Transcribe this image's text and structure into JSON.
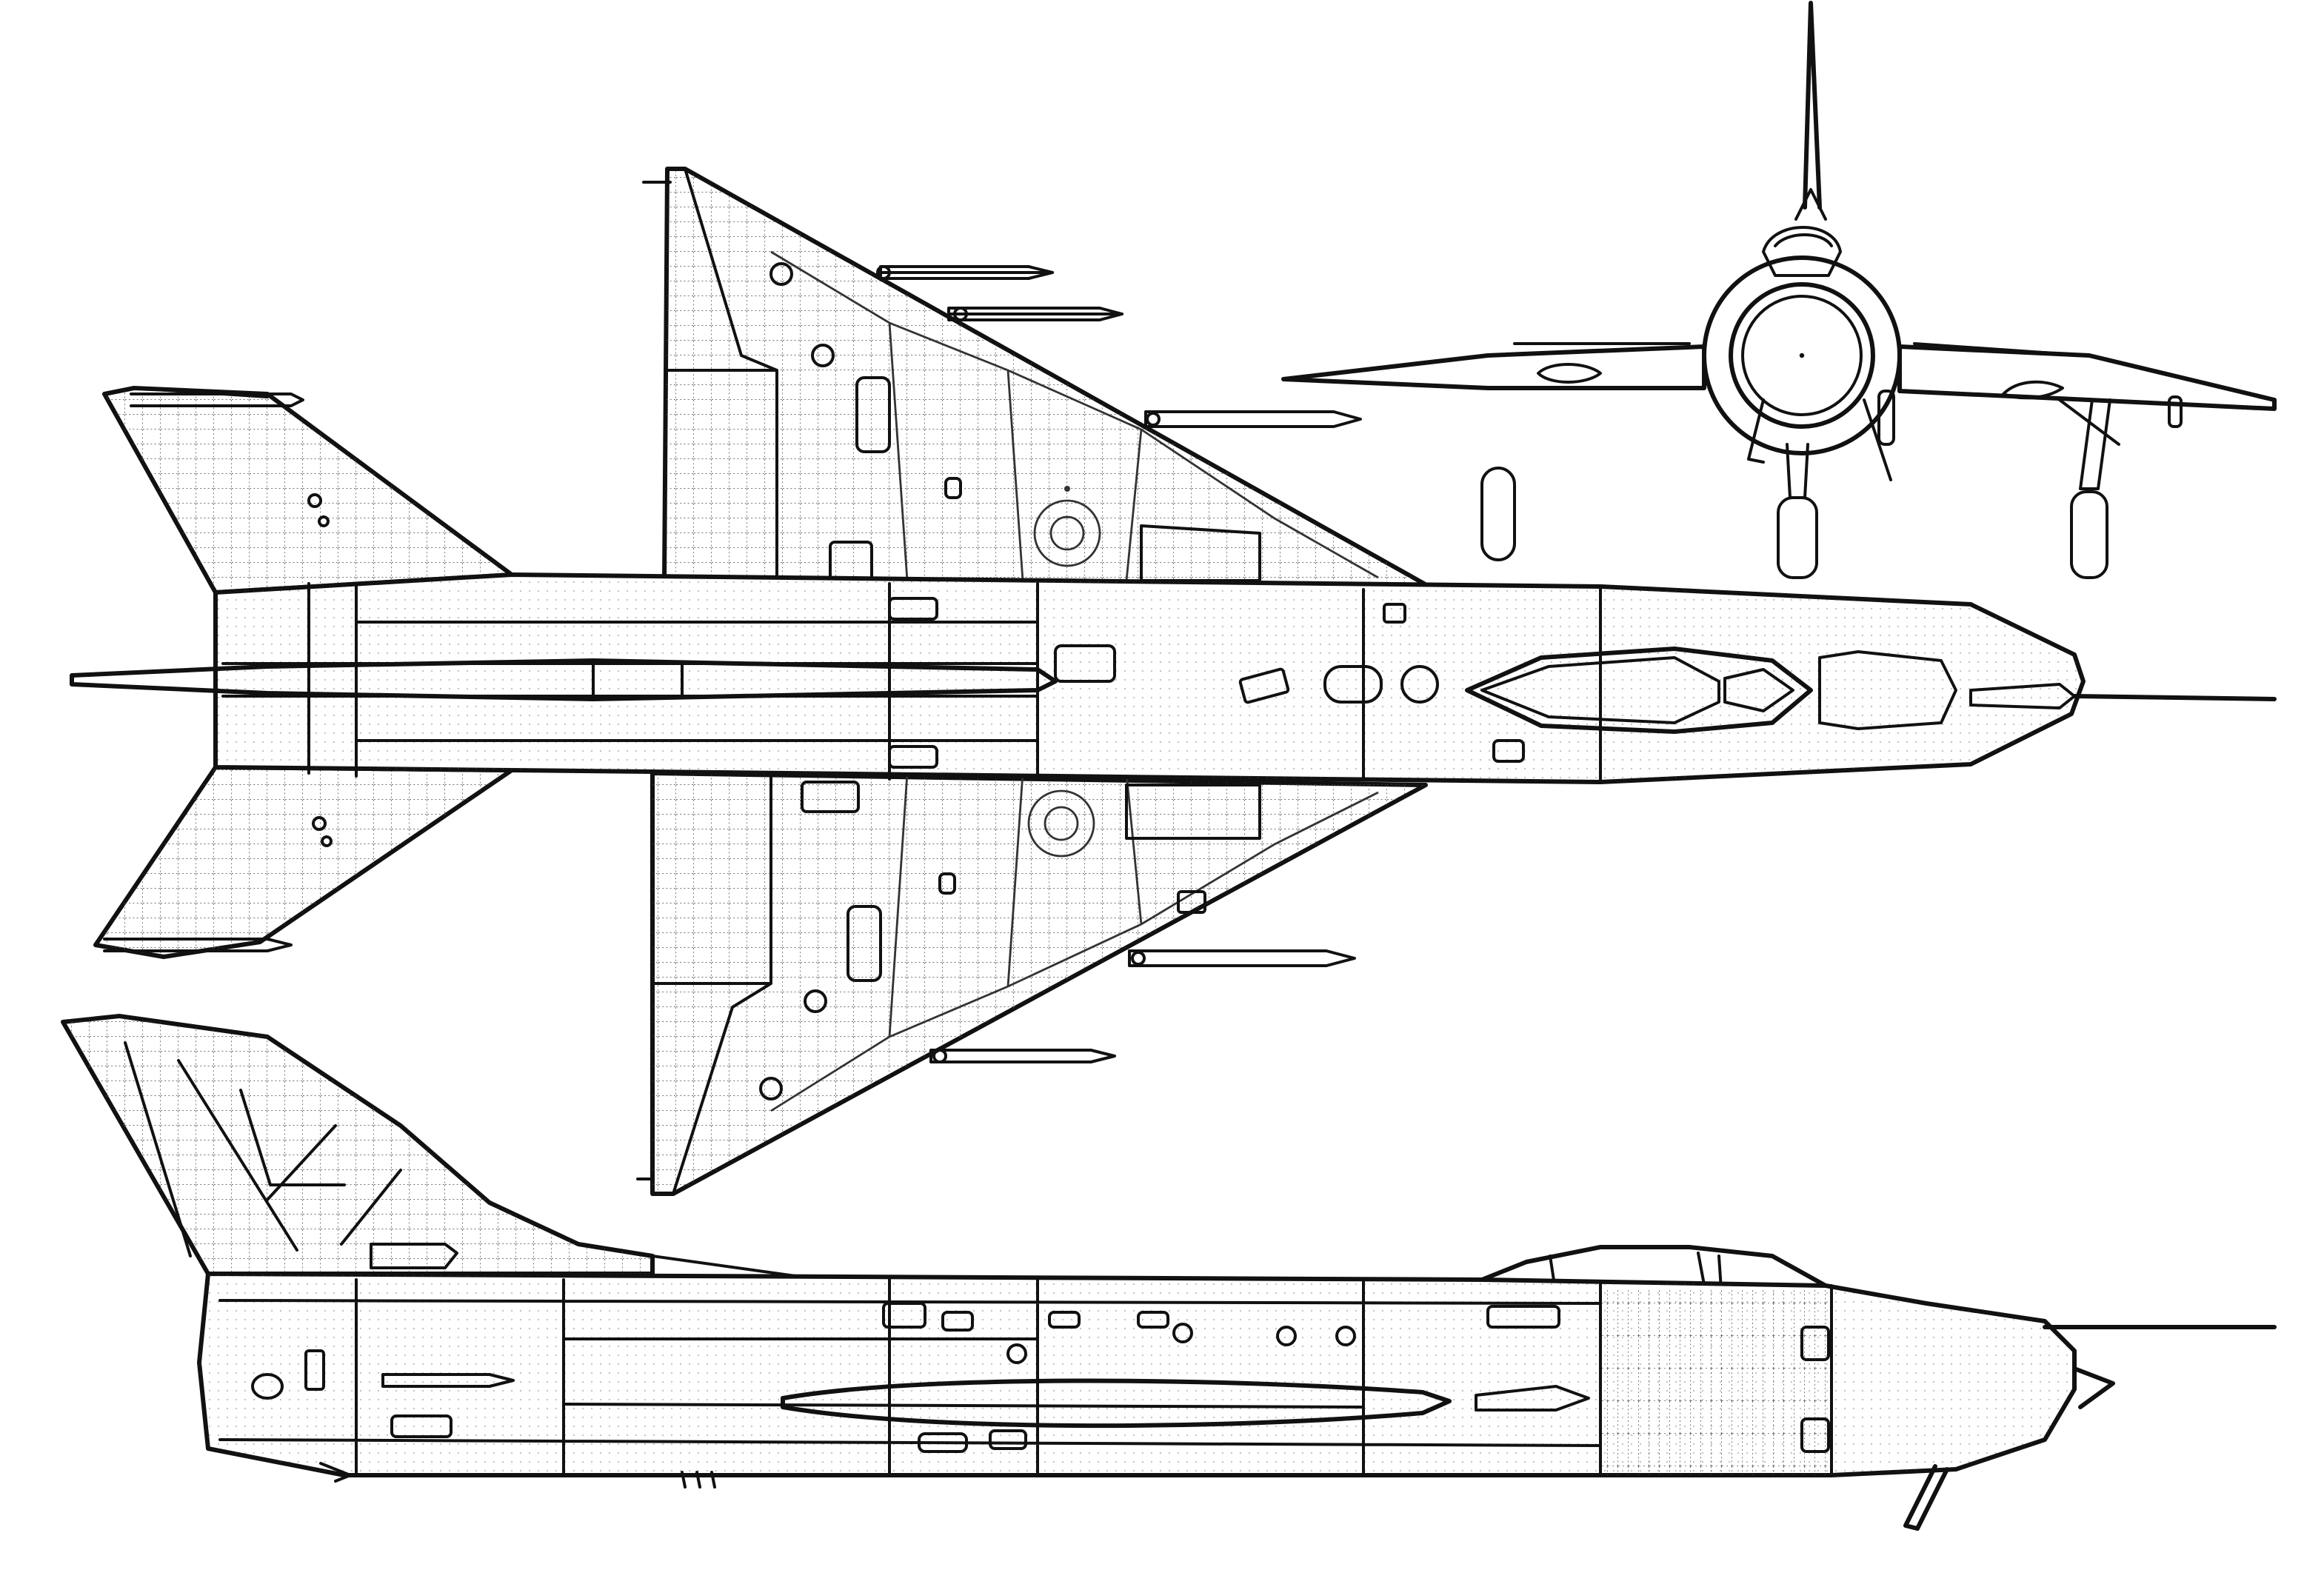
{
  "drawing": {
    "views": [
      "plan-view",
      "front-view",
      "side-view"
    ],
    "stroke_color": "#111111",
    "background_color": "#ffffff",
    "panel_line_color": "#333333"
  }
}
